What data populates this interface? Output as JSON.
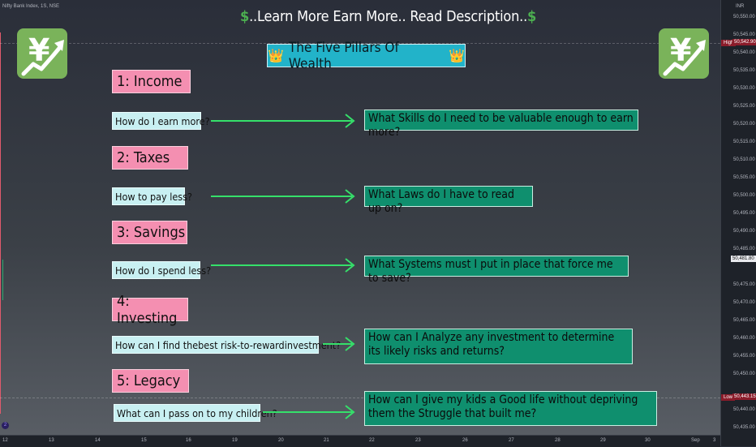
{
  "chart_header": {
    "symbol": "Nifty Bank Index, 1S, NSE"
  },
  "headline": {
    "dollar_left": "$",
    "text": "..Learn More Earn More.. Read Description..",
    "dollar_right": "$"
  },
  "main_title": {
    "crown_left": "👑",
    "text": "The Five Pillars Of Wealth",
    "crown_right": "👑"
  },
  "logo": {
    "glyph": "¥",
    "icon": "yen-growth-icon",
    "color": "#7ab35a"
  },
  "pillars": [
    {
      "label": "1: Income",
      "question": "How do I earn more?",
      "answer": "What Skills do I need to be valuable enough to earn more?"
    },
    {
      "label": "2: Taxes",
      "question": "How to pay less?",
      "answer": "What Laws do I have to read up on?"
    },
    {
      "label": "3: Savings",
      "question": "How do I spend less?",
      "answer": "What Systems must I put in place that force me to save?"
    },
    {
      "label": "4: Investing",
      "question": "How can I find thebest risk-to-rewardinvestment?",
      "answer": "How can I Analyze any investment to determine its likely risks and returns?"
    },
    {
      "label": "5: Legacy",
      "question": "What can I pass on to my children?",
      "answer": "How can I give my kids a Good life without depriving them the Struggle that built me?"
    }
  ],
  "price_axis": {
    "currency": "INR",
    "labels": [
      "50,550.00",
      "50,545.00",
      "50,540.00",
      "50,535.00",
      "50,530.00",
      "50,525.00",
      "50,520.00",
      "50,515.00",
      "50,510.00",
      "50,505.00",
      "50,500.00",
      "50,495.00",
      "50,490.00",
      "50,485.00",
      "50,475.00",
      "50,470.00",
      "50,465.00",
      "50,460.00",
      "50,455.00",
      "50,450.00",
      "50,440.00",
      "50,435.00"
    ],
    "high": {
      "tag": "High",
      "value": "50,542.90"
    },
    "current": {
      "value": "50,481.80"
    },
    "low": {
      "tag": "Low",
      "value": "50,443.15"
    }
  },
  "time_axis": {
    "labels": [
      "12",
      "13",
      "14",
      "15",
      "16",
      "19",
      "20",
      "21",
      "22",
      "23",
      "26",
      "27",
      "28",
      "29",
      "30",
      "Sep",
      "3"
    ]
  },
  "badge": "2",
  "colors": {
    "pillar": "#f48fb1",
    "question": "#c8f0f2",
    "answer": "#0f8f6e",
    "arrow": "#35e06a",
    "title": "#22b3c9"
  }
}
